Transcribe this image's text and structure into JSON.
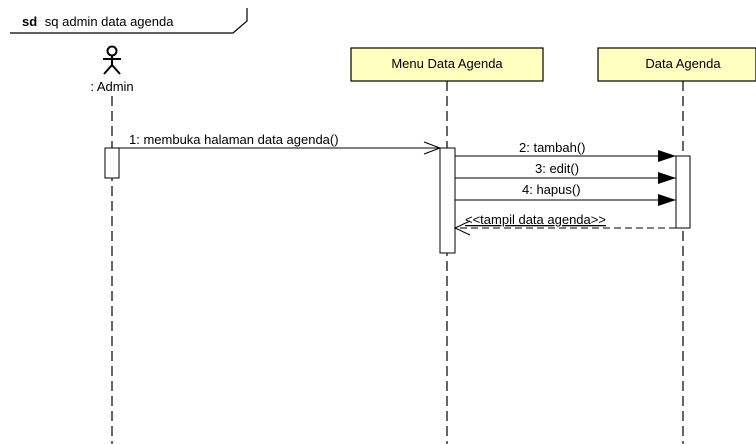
{
  "frame": {
    "keyword": "sd",
    "name": "sq admin data agenda"
  },
  "colors": {
    "lifeline_box": "#ffffc0",
    "line": "#000000",
    "background": "#ffffff"
  },
  "lifelines": [
    {
      "id": "admin",
      "label": ": Admin",
      "kind": "actor"
    },
    {
      "id": "menu",
      "label": "Menu Data Agenda",
      "kind": "boundary"
    },
    {
      "id": "data",
      "label": "Data Agenda",
      "kind": "entity"
    }
  ],
  "messages": [
    {
      "label": "1: membuka halaman data agenda()",
      "from": "admin",
      "to": "menu",
      "kind": "call"
    },
    {
      "label": "2: tambah()",
      "from": "menu",
      "to": "data",
      "kind": "call"
    },
    {
      "label": "3: edit()",
      "from": "menu",
      "to": "data",
      "kind": "call"
    },
    {
      "label": "4: hapus()",
      "from": "menu",
      "to": "data",
      "kind": "call"
    },
    {
      "label": "<<tampil data agenda>>",
      "from": "data",
      "to": "menu",
      "kind": "return"
    }
  ]
}
